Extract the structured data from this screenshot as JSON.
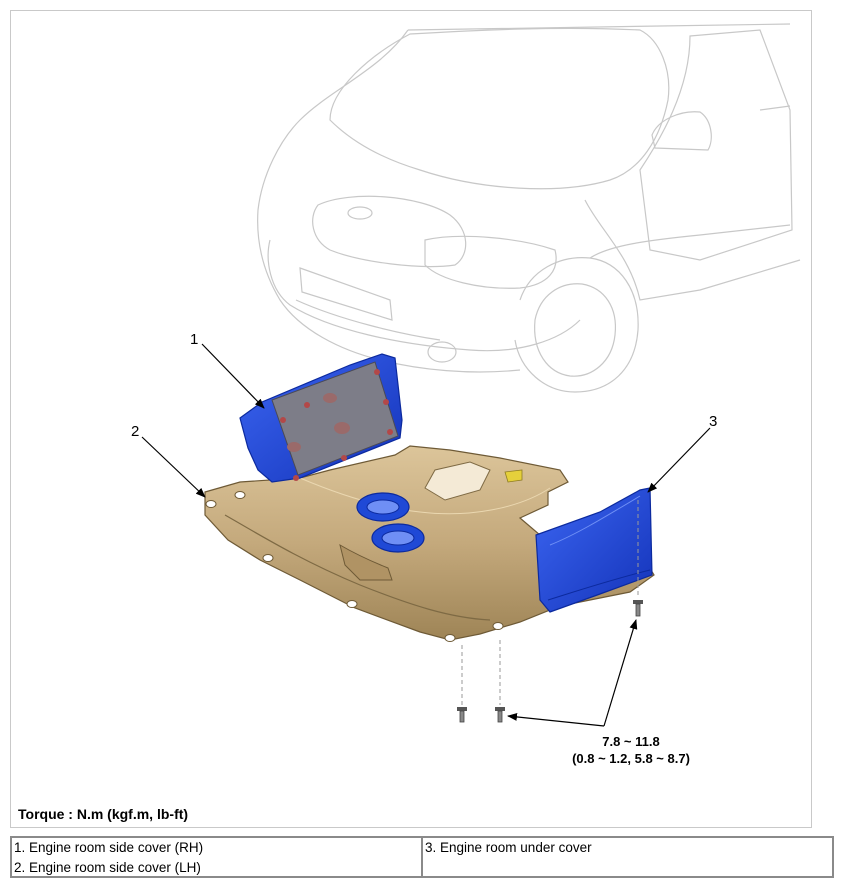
{
  "callouts": [
    "1",
    "2",
    "3"
  ],
  "torque_spec": {
    "range": "7.8 ~ 11.8",
    "alt_units": "(0.8 ~ 1.2, 5.8 ~ 8.7)"
  },
  "torque_label": "Torque : N.m (kgf.m, lb-ft)",
  "legend": {
    "left": [
      "1. Engine room side cover (RH)",
      "2. Engine room side cover (LH)"
    ],
    "right": [
      "3. Engine room under cover"
    ]
  },
  "colors": {
    "under_cover": "#c4a97c",
    "side_cover": "#1f49d6",
    "car_outline": "#cdcdcd"
  }
}
